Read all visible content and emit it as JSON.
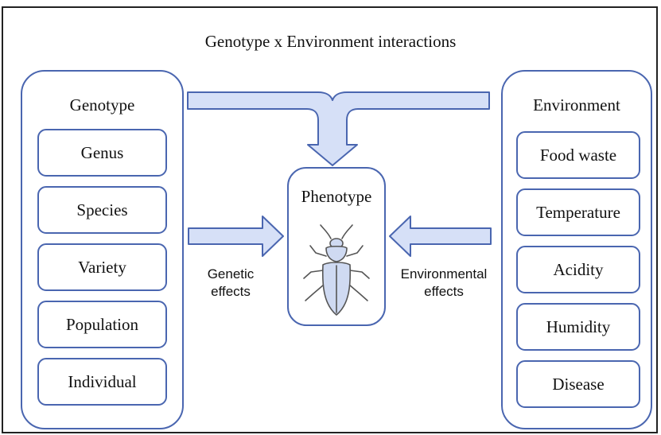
{
  "diagram": {
    "title": "Genotype x Environment interactions",
    "genotype": {
      "title": "Genotype",
      "items": [
        "Genus",
        "Species",
        "Variety",
        "Population",
        "Individual"
      ]
    },
    "environment": {
      "title": "Environment",
      "items": [
        "Food waste",
        "Temperature",
        "Acidity",
        "Humidity",
        "Disease"
      ]
    },
    "phenotype": {
      "title": "Phenotype",
      "icon": "beetle-icon"
    },
    "labels": {
      "genetic_line1": "Genetic",
      "genetic_line2": "effects",
      "environmental_line1": "Environmental",
      "environmental_line2": "effects"
    },
    "colors": {
      "border": "#4a66b0",
      "arrow_fill": "#d6e0f7",
      "arrow_stroke": "#4a66b0",
      "beetle_fill": "#cfdaf2",
      "beetle_stroke": "#555555"
    }
  }
}
